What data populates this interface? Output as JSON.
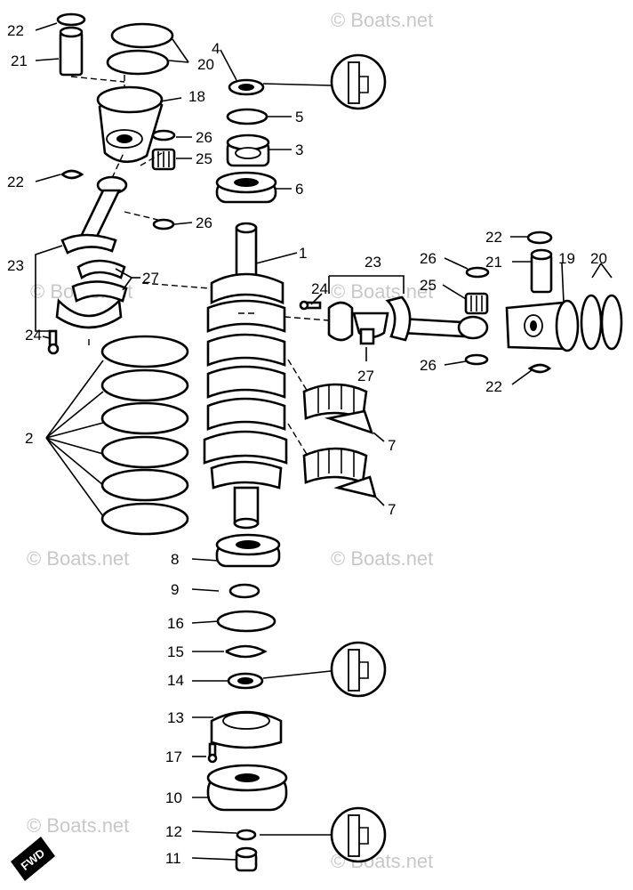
{
  "watermark": "© Boats.net",
  "fwd_label": "FWD",
  "callouts": {
    "c1": "1",
    "c2": "2",
    "c3": "3",
    "c4": "4",
    "c5": "5",
    "c6": "6",
    "c7a": "7",
    "c7b": "7",
    "c8": "8",
    "c9": "9",
    "c10": "10",
    "c11": "11",
    "c12": "12",
    "c13": "13",
    "c14": "14",
    "c15": "15",
    "c16": "16",
    "c17": "17",
    "c18": "18",
    "c19": "19",
    "c20a": "20",
    "c20b": "20",
    "c21a": "21",
    "c21b": "21",
    "c22a": "22",
    "c22b": "22",
    "c22c": "22",
    "c22d": "22",
    "c23a": "23",
    "c23b": "23",
    "c24a": "24",
    "c24b": "24",
    "c25a": "25",
    "c25b": "25",
    "c26a": "26",
    "c26b": "26",
    "c26c": "26",
    "c26d": "26",
    "c27a": "27",
    "c27b": "27"
  }
}
